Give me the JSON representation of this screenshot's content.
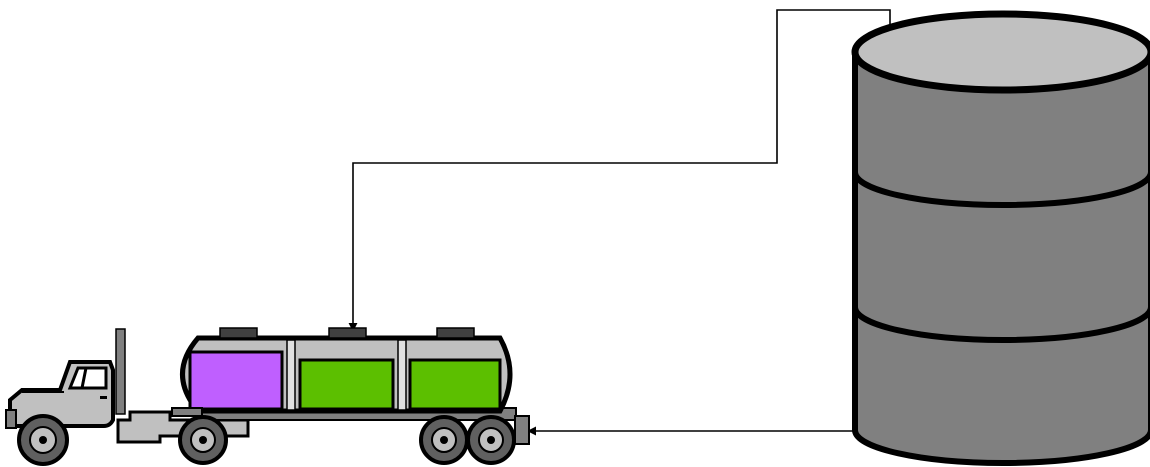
{
  "diagram": {
    "truck": {
      "compartments": [
        {
          "fill_color": "#bf5fff"
        },
        {
          "fill_color": "#5cbf00"
        },
        {
          "fill_color": "#5cbf00"
        }
      ],
      "tank_color": "#c0c0c0",
      "cab_color": "#c0c0c0"
    },
    "storage_tank": {
      "body_color": "#808080",
      "top_color": "#c0c0c0",
      "band_count": 2
    },
    "flows": [
      {
        "from": "storage-tank-top",
        "to": "truck-middle-compartment"
      },
      {
        "from": "storage-tank-bottom",
        "to": "truck-rear"
      }
    ]
  }
}
